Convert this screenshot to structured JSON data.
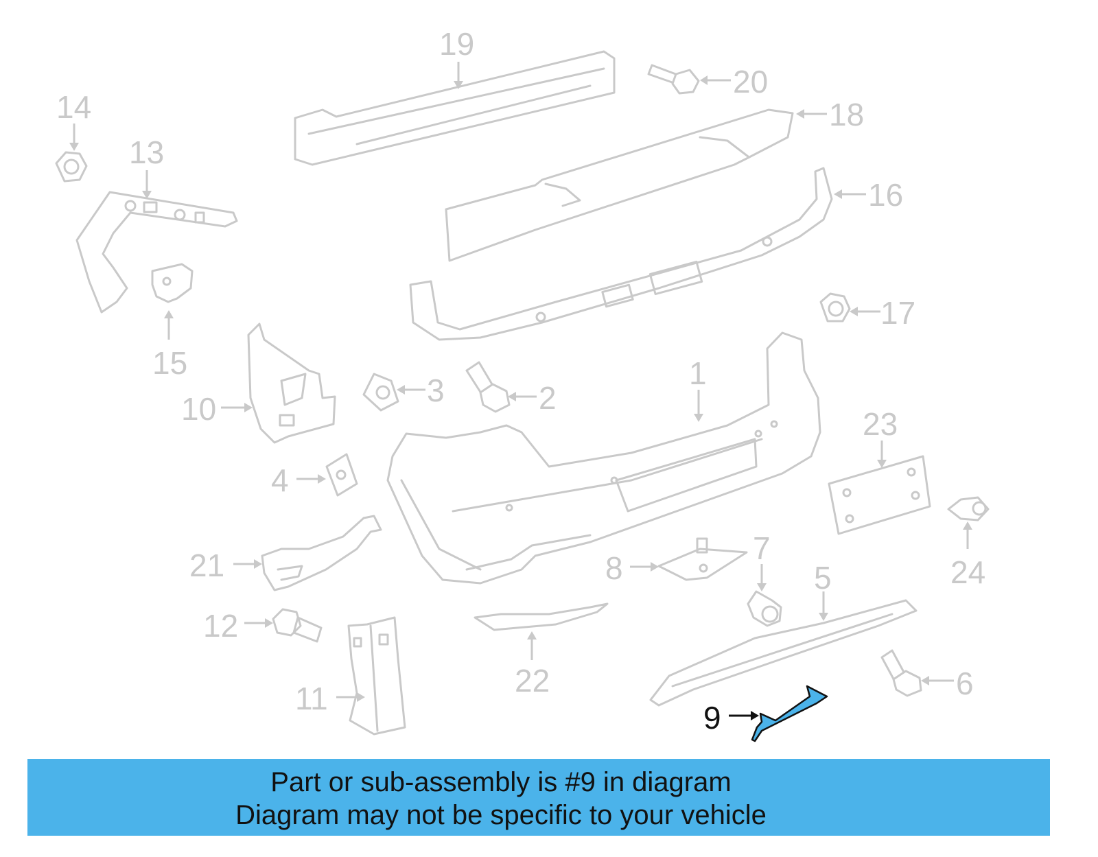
{
  "diagram": {
    "callouts": [
      "1",
      "2",
      "3",
      "4",
      "5",
      "6",
      "7",
      "8",
      "9",
      "10",
      "11",
      "12",
      "13",
      "14",
      "15",
      "16",
      "17",
      "18",
      "19",
      "20",
      "21",
      "22",
      "23",
      "24"
    ],
    "highlighted_callout": "9"
  },
  "banner": {
    "line1": "Part or sub-assembly is #9 in diagram",
    "line2": "Diagram may not be specific to your vehicle",
    "background_color": "#4bb3ea"
  },
  "colors": {
    "part_outline": "#c9c9c9",
    "highlight_fill": "#4bb3ea",
    "highlight_stroke": "#111111"
  }
}
